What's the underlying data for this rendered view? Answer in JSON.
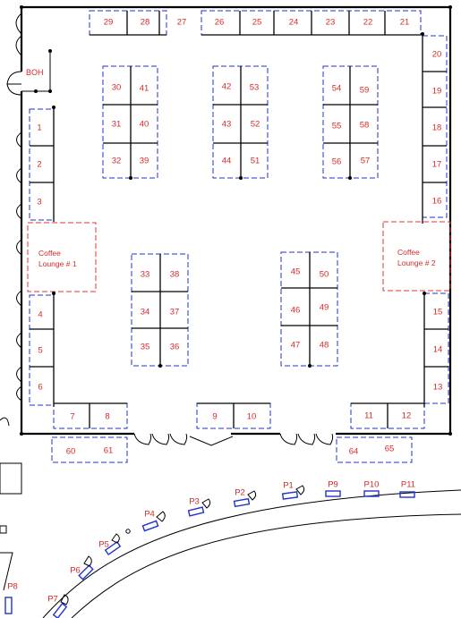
{
  "boh_label": "BOH",
  "lounges": [
    {
      "id": "lounge1",
      "line1": "Coffee",
      "line2": "Lounge # 1"
    },
    {
      "id": "lounge2",
      "line1": "Coffee",
      "line2": "Lounge # 2"
    }
  ],
  "booths": [
    "1",
    "2",
    "3",
    "4",
    "5",
    "6",
    "7",
    "8",
    "9",
    "10",
    "11",
    "12",
    "13",
    "14",
    "15",
    "16",
    "17",
    "18",
    "19",
    "20",
    "21",
    "22",
    "23",
    "24",
    "25",
    "26",
    "27",
    "28",
    "29",
    "30",
    "31",
    "32",
    "33",
    "34",
    "35",
    "36",
    "37",
    "38",
    "39",
    "40",
    "41",
    "42",
    "43",
    "44",
    "45",
    "46",
    "47",
    "48",
    "49",
    "50",
    "51",
    "52",
    "53",
    "54",
    "55",
    "56",
    "57",
    "58",
    "59",
    "60",
    "61",
    "64",
    "65"
  ],
  "parking": [
    "P1",
    "P2",
    "P3",
    "P4",
    "P5",
    "P6",
    "P7",
    "P8",
    "P9",
    "P10",
    "P11"
  ],
  "colors": {
    "booth_outline": "#2233cc",
    "lounge_outline": "#e03535",
    "label_text": "#d42a2a",
    "wall": "#000000"
  }
}
